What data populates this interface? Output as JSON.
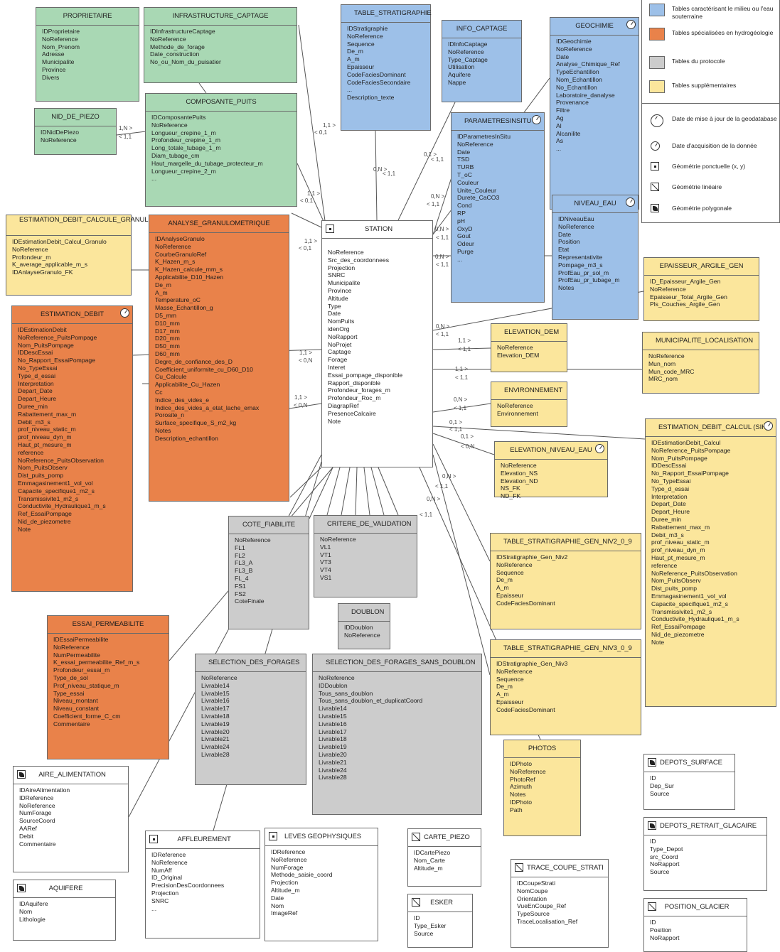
{
  "tables": {
    "proprietaire": {
      "title": "PROPRIETAIRE",
      "fields": [
        "IDProprietaire",
        "NoReference",
        "Nom_Prenom",
        "Adresse",
        "Municipalite",
        "Province",
        "Divers"
      ]
    },
    "nid_de_piezo": {
      "title": "NID_DE_PIEZO",
      "fields": [
        "IDNidDePiezo",
        "NoReference"
      ]
    },
    "infrastructure_captage": {
      "title": "INFRASTRUCTURE_CAPTAGE",
      "fields": [
        "IDInfrastructureCaptage",
        "NoReference",
        "Methode_de_forage",
        "Date_construction",
        "No_ou_Nom_du_puisatier"
      ]
    },
    "composante_puits": {
      "title": "COMPOSANTE_PUITS",
      "fields": [
        "IDComposantePuits",
        "NoReference",
        "Longueur_crepine_1_m",
        "Profondeur_crepine_1_m",
        "Long_totale_tubage_1_m",
        "Diam_tubage_cm",
        "Haut_margelle_du_tubage_protecteur_m",
        "Longueur_crepine_2_m",
        "..."
      ]
    },
    "table_stratigraphie": {
      "title": "TABLE_STRATIGRAPHIE",
      "fields": [
        "IDStratigraphie",
        "NoReference",
        "Sequence",
        "De_m",
        "A_m",
        "Epaisseur",
        "CodeFaciesDominant",
        "CodeFaciesSecondaire",
        "...",
        "Description_texte"
      ]
    },
    "info_captage": {
      "title": "INFO_CAPTAGE",
      "fields": [
        "IDInfoCaptage",
        "NoReference",
        "Type_Captage",
        "Utilisation",
        "Aquifere",
        "Nappe"
      ]
    },
    "geochimie": {
      "title": "GEOCHIMIE",
      "fields": [
        "IDGeochimie",
        "NoReference",
        "Date",
        "Analyse_Chimique_Ref",
        "TypeEchantillon",
        "Nom_Echantillon",
        "No_Echantillon",
        "Laboratoire_danalyse",
        "Provenance",
        "Filtre",
        "Ag",
        "Al",
        "Alcanilite",
        "As",
        "..."
      ]
    },
    "parametresinsitu": {
      "title": "PARAMETRESINSITU",
      "fields": [
        "IDParametresInSitu",
        "NoReference",
        "Date",
        "TSD",
        "TURB",
        "T_oC",
        "Couleur",
        "Unite_Couleur",
        "Durete_CaCO3",
        "Cond",
        "RP",
        "pH",
        "OxyD",
        "Gout",
        "Odeur",
        "Purge",
        "..."
      ]
    },
    "niveau_eau": {
      "title": "NIVEAU_EAU",
      "fields": [
        "IDNiveauEau",
        "NoReference",
        "Date",
        "Position",
        "Etat",
        "Representativite",
        "Pompage_m3_s",
        "ProfEau_pr_sol_m",
        "ProfEau_pr_tubage_m",
        "Notes"
      ]
    },
    "estimation_debit_calcule_granulo": {
      "title": "ESTIMATION_DEBIT_CALCULE_GRANULOMETRIE",
      "fields": [
        "IDEstimationDebit_Calcul_Granulo",
        "NoReference",
        "Profondeur_m",
        "K_average_applicable_m_s",
        "IDAnlayseGranulo_FK"
      ]
    },
    "analyse_granulometrique": {
      "title": "ANALYSE_GRANULOMETRIQUE",
      "fields": [
        "IDAnalyseGranulo",
        "NoReference",
        "CourbeGranuloRef",
        "K_Hazen_m_s",
        "K_Hazen_calcule_mm_s",
        "Applicabilite_D10_Hazen",
        "De_m",
        "A_m",
        "Temperature_oC",
        "Masse_Echantillon_g",
        "D5_mm",
        "D10_mm",
        "D17_mm",
        "D20_mm",
        "D50_mm",
        "D60_mm",
        "Degre_de_confiance_des_D",
        "Coefficient_uniformite_cu_D60_D10",
        "Cu_Calcule",
        "Applicabilite_Cu_Hazen",
        "Cc",
        "Indice_des_vides_e",
        "Indice_des_vides_a_etat_lache_emax",
        "Porosite_n",
        "Surface_specifique_S_m2_kg",
        "Notes",
        "Description_echantillon"
      ]
    },
    "estimation_debit": {
      "title": "ESTIMATION_DEBIT",
      "fields": [
        "IDEstimationDebit",
        "NoReference_PuitsPompage",
        "Nom_PuitsPompage",
        "IDDescEssai",
        "No_Rapport_EssaiPompage",
        "No_TypeEssai",
        "Type_d_essai",
        "Interpretation",
        "Depart_Date",
        "Depart_Heure",
        "Duree_min",
        "Rabattement_max_m",
        "Debit_m3_s",
        "prof_niveau_static_m",
        "prof_niveau_dyn_m",
        "Haut_pt_mesure_m",
        "reference",
        "NoReference_PuitsObservation",
        "Nom_PuitsObserv",
        "Dist_puits_pomp",
        "Emmagasinement1_vol_vol",
        "Capacite_specifique1_m2_s",
        "Transmissivite1_m2_s",
        "Conductivite_Hydraulique1_m_s",
        "Ref_EssaiPompage",
        "Nid_de_piezometre",
        "Note"
      ]
    },
    "station": {
      "title": "STATION",
      "fields": [
        "NoReference",
        "Src_des_coordonnees",
        "Projection",
        "SNRC",
        "Municipalite",
        "Province",
        "Altitude",
        "Type",
        "Date",
        "NomPuits",
        "idenOrg",
        "NoRapport",
        "NoProjet",
        "Captage",
        "Forage",
        "Interet",
        "Essai_pompage_disponible",
        "Rapport_disponible",
        "Profondeur_forages_m",
        "Profondeur_Roc_m",
        "DiagrapRef",
        "PresenceCalcaire",
        "Note"
      ]
    },
    "epaisseur_argile_gen": {
      "title": "EPAISSEUR_ARGILE_GEN",
      "fields": [
        "ID_Epaisseur_Argile_Gen",
        "NoReference",
        "Epaisseur_Total_Argile_Gen",
        "Pls_Couches_Argile_Gen"
      ]
    },
    "elevation_dem": {
      "title": "ELEVATION_DEM",
      "fields": [
        "NoReference",
        "Elevation_DEM"
      ]
    },
    "municipalite_localisation": {
      "title": "MUNICIPALITE_LOCALISATION",
      "fields": [
        "NoReference",
        "Mun_nom",
        "Mun_code_MRC",
        "MRC_nom"
      ]
    },
    "environnement": {
      "title": "ENVIRONNEMENT",
      "fields": [
        "NoReference",
        "Environnement"
      ]
    },
    "elevation_niveau_eau": {
      "title": "ELEVATION_NIVEAU_EAU",
      "fields": [
        "NoReference",
        "Elevation_NS",
        "Elevation_ND",
        "NS_FK",
        "ND_FK"
      ]
    },
    "estimation_debit_calcul_sih": {
      "title": "ESTIMATION_DEBIT_CALCUL (SIH)",
      "fields": [
        "IDEstimationDebit_Calcul",
        "NoReference_PuitsPompage",
        "Nom_PuitsPompage",
        "IDDescEssai",
        "No_Rapport_EssaiPompage",
        "No_TypeEssai",
        "Type_d_essai",
        "Interpretation",
        "Depart_Date",
        "Depart_Heure",
        "Duree_min",
        "Rabattement_max_m",
        "Debit_m3_s",
        "prof_niveau_static_m",
        "prof_niveau_dyn_m",
        "Haut_pt_mesure_m",
        "reference",
        "NoReference_PuitsObservation",
        "Nom_PuitsObserv",
        "Dist_puits_pomp",
        "Emmagasinement1_vol_vol",
        "Capacite_specifique1_m2_s",
        "Transmissivite1_m2_s",
        "Conductivite_Hydraulique1_m_s",
        "Ref_EssaiPompage",
        "Nid_de_piezometre",
        "Note"
      ]
    },
    "table_strat_niv2": {
      "title": "TABLE_STRATIGRAPHIE_GEN_NIV2_0_9",
      "fields": [
        "IDStratigraphie_Gen_Niv2",
        "NoReference",
        "Sequence",
        "De_m",
        "A_m",
        "Epaisseur",
        "CodeFaciesDominant"
      ]
    },
    "table_strat_niv3": {
      "title": "TABLE_STRATIGRAPHIE_GEN_NIV3_0_9",
      "fields": [
        "IDStratigraphie_Gen_Niv3",
        "NoReference",
        "Sequence",
        "De_m",
        "A_m",
        "Epaisseur",
        "CodeFaciesDominant"
      ]
    },
    "cote_fiabilite": {
      "title": "COTE_FIABILITE",
      "fields": [
        "NoReference",
        "FL1",
        "FL2",
        "FL3_A",
        "FL3_B",
        "FL_4",
        "FS1",
        "FS2",
        "CoteFinale"
      ]
    },
    "critere_de_validation": {
      "title": "CRITERE_DE_VALIDATION",
      "fields": [
        "NoReference",
        "VL1",
        "VT1",
        "VT3",
        "VT4",
        "VS1"
      ]
    },
    "doublon": {
      "title": "DOUBLON",
      "fields": [
        "IDDoublon",
        "NoReference"
      ]
    },
    "essai_permeabilite": {
      "title": "ESSAI_PERMEABILITE",
      "fields": [
        "IDEssaiPermeabilite",
        "NoReference",
        "NumPermeabilite",
        "K_essai_permeabilite_Ref_m_s",
        "Profondeur_essai_m",
        "Type_de_sol",
        "Prof_niveau_statique_m",
        "Type_essai",
        "Niveau_montant",
        "Niveau_constant",
        "Coefficient_forme_C_cm",
        "Commentaire"
      ]
    },
    "selection_des_forages": {
      "title": "SELECTION_DES_FORAGES",
      "fields": [
        "NoReference",
        "Livrable14",
        "Livrable15",
        "Livrable16",
        "Livrable17",
        "Livrable18",
        "Livrable19",
        "Livrable20",
        "Livrable21",
        "Livrable24",
        "Livrable28"
      ]
    },
    "selection_sans_doublon": {
      "title": "SELECTION_DES_FORAGES_SANS_DOUBLON",
      "fields": [
        "NoReference",
        "IDDoublon",
        "Tous_sans_doublon",
        "Tous_sans_doublon_et_duplicatCoord",
        "Livrable14",
        "Livrable15",
        "Livrable16",
        "Livrable17",
        "Livrable18",
        "Livrable19",
        "Livrable20",
        "Livrable21",
        "Livrable24",
        "Livrable28"
      ]
    },
    "photos": {
      "title": "PHOTOS",
      "fields": [
        "IDPhoto",
        "NoReference",
        "PhotoRef",
        "Azimuth",
        "Notes",
        "IDPhoto",
        "Path"
      ]
    },
    "aire_alimentation": {
      "title": "AIRE_ALIMENTATION",
      "fields": [
        "IDAireAlimentation",
        "IDReference",
        "NoReference",
        "NumForage",
        "SourceCoord",
        "AARef",
        "Debit",
        "Commentaire"
      ]
    },
    "aquifere": {
      "title": "AQUIFERE",
      "fields": [
        "IDAquifere",
        "Nom",
        "Lithologie"
      ]
    },
    "affleurement": {
      "title": "AFFLEUREMENT",
      "fields": [
        "IDReference",
        "NoReference",
        "NumAff",
        "ID_Original",
        "PrecisionDesCoordonnees",
        "Projection",
        "SNRC",
        "..."
      ]
    },
    "leves_geophysiques": {
      "title": "LEVES GEOPHYSIQUES",
      "fields": [
        "IDReference",
        "NoReference",
        "NumForage",
        "Methode_saisie_coord",
        "Projection",
        "Altitude_m",
        "Date",
        "Nom",
        "ImageRef"
      ]
    },
    "carte_piezo": {
      "title": "CARTE_PIEZO",
      "fields": [
        "IDCartePiezo",
        "Nom_Carte",
        "Altitude_m"
      ]
    },
    "esker": {
      "title": "ESKER",
      "fields": [
        "ID",
        "Type_Esker",
        "Source"
      ]
    },
    "trace_coupe_strati": {
      "title": "TRACE_COUPE_STRATI",
      "fields": [
        "IDCoupeStrati",
        "NomCoupe",
        "Orientation",
        "VueEnCoupe_Ref",
        "TypeSource",
        "TraceLocalisation_Ref"
      ]
    },
    "depots_surface": {
      "title": "DEPOTS_SURFACE",
      "fields": [
        "ID",
        "Dep_Sur",
        "Source"
      ]
    },
    "depots_retrait_glaciaire": {
      "title": "DEPOTS_RETRAIT_GLACAIRE",
      "fields": [
        "ID",
        "Type_Depot",
        "src_Coord",
        "NoRapport",
        "Source"
      ]
    },
    "position_glacier": {
      "title": "POSITION_GLACIER",
      "fields": [
        "ID",
        "Position",
        "NoRapport"
      ]
    }
  },
  "cardinalities": [
    "1,N >",
    "< 1,1",
    "1,1 >",
    "< 0,1",
    "1,1 >",
    "< 0,1",
    "1,1 >",
    "< 0,1",
    "0,N >",
    "< 1,1",
    "0,1 >",
    "< 1,1",
    "0,N >",
    "< 1,1",
    "0,N >",
    "< 1,1",
    "0,N >",
    "< 1,1",
    "0,N >",
    "< 1,1",
    "1,1 >",
    "< 0,N",
    "1,1 >",
    "< 0,N",
    "1,1 >",
    "< 1,1",
    "1,1 >",
    "< 1,1",
    "0,N >",
    "< 1,1",
    "0,1 >",
    "< 1,1",
    "0,1 >",
    "< 0,N",
    "0,N >",
    "< 1,1",
    "0,N >",
    "< 1,1",
    "0,N >",
    "< 1,1"
  ],
  "legend": {
    "swatches": [
      {
        "label": "Tables caractérisant le milieu ou l'eau souterraine",
        "color": "#9dc0e8"
      },
      {
        "label": "Tables spécialisées en hydrogéologie",
        "color": "#e9824a"
      },
      {
        "label": "Tables du protocole",
        "color": "#cccccc"
      },
      {
        "label": "Tables supplémentaires",
        "color": "#fbe69c"
      }
    ],
    "icons": [
      {
        "label": "Date de mise à jour de la geodatabase",
        "icon": "clock-icon"
      },
      {
        "label": "Date d'acquisition de la donnée",
        "icon": "clock-small-icon"
      },
      {
        "label": "Géométrie ponctuelle (x, y)",
        "icon": "point-geometry-icon"
      },
      {
        "label": "Géométrie linéaire",
        "icon": "line-geometry-icon"
      },
      {
        "label": "Géométrie polygonale",
        "icon": "polygon-geometry-icon"
      }
    ]
  }
}
